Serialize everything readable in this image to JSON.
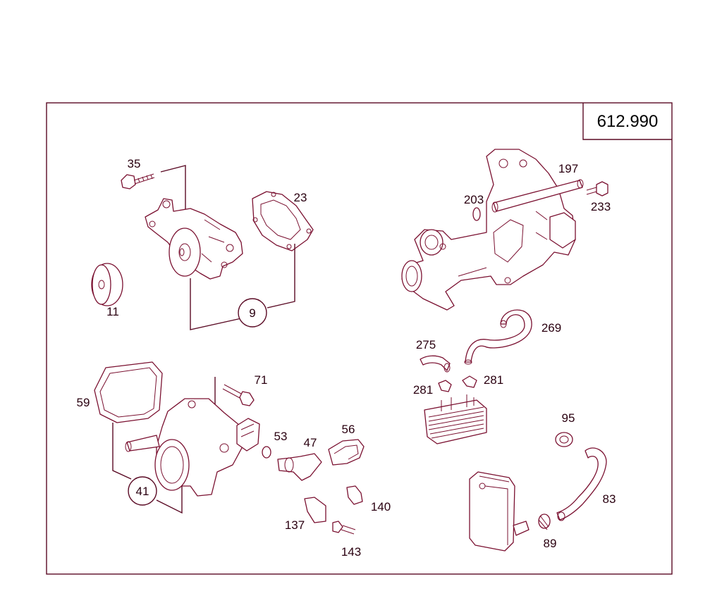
{
  "diagram_code": "612.990",
  "callouts": {
    "p35": "35",
    "p23": "23",
    "p11": "11",
    "p9": "9",
    "p197": "197",
    "p203": "203",
    "p233": "233",
    "p269": "269",
    "p275": "275",
    "p281a": "281",
    "p281b": "281",
    "p71": "71",
    "p59": "59",
    "p53": "53",
    "p47": "47",
    "p56": "56",
    "p41": "41",
    "p140": "140",
    "p137": "137",
    "p143": "143",
    "p95": "95",
    "p83": "83",
    "p89": "89"
  },
  "colors": {
    "line": "#7a1030",
    "frame": "#5a0a24",
    "text": "#2a0010"
  }
}
